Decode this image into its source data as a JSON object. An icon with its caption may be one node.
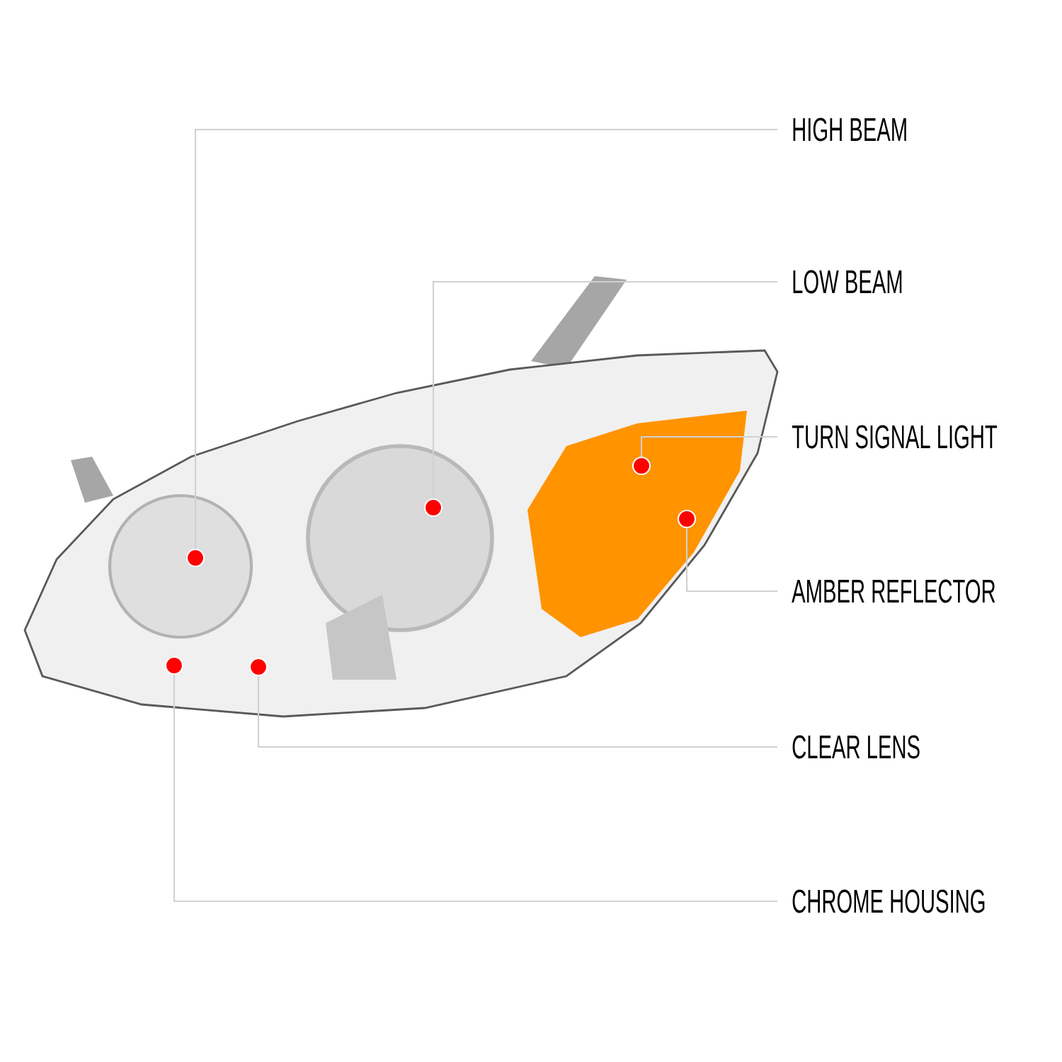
{
  "diagram": {
    "nodes": [
      {
        "text": [
          "HIGH BEAM"
        ]
      },
      {
        "text": [
          "LOW BEAM"
        ]
      },
      {
        "text": [
          "TURN SIGNAL LIGHT"
        ]
      },
      {
        "text": [
          "AMBER REFLECTOR"
        ]
      },
      {
        "text": [
          "CLEAR LENS"
        ]
      },
      {
        "text": [
          "CHROME HOUSING"
        ]
      },
      {
        "text": [],
        "shape": "circle"
      },
      {
        "text": [],
        "shape": "circle"
      },
      {
        "text": [],
        "shape": "circle"
      },
      {
        "text": [],
        "shape": "circle"
      },
      {
        "text": [],
        "shape": "circle"
      },
      {
        "text": [],
        "shape": "circle"
      }
    ],
    "edges": [
      {
        "from": 0,
        "to": 7,
        "arrow": "none"
      },
      {
        "from": 1,
        "to": 9,
        "arrow": "none"
      },
      {
        "from": 2,
        "to": 10,
        "arrow": "none"
      },
      {
        "from": 3,
        "to": 11,
        "arrow": "none"
      },
      {
        "from": 4,
        "to": 8,
        "arrow": "none"
      },
      {
        "from": 5,
        "to": 6,
        "arrow": "none"
      }
    ]
  }
}
